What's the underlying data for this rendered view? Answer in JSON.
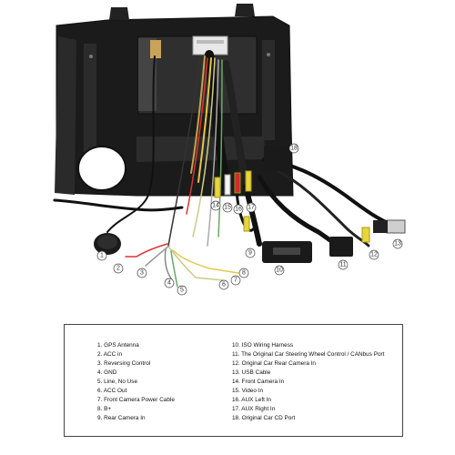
{
  "callouts": [
    "1",
    "2",
    "3",
    "4",
    "5",
    "6",
    "7",
    "8",
    "9",
    "10",
    "11",
    "12",
    "13",
    "14",
    "15",
    "16",
    "17",
    "18"
  ],
  "legend": {
    "left": [
      "1. GPS Antenna",
      "2. ACC in",
      "3. Reversing Control",
      "4. GND",
      "5. Line, No Use",
      "6. ACC Out",
      "7. Front Camera Power Cable",
      "8. B+",
      "9. Rear Camera In"
    ],
    "right": [
      "10. ISO Wiring Harness",
      "11. The Original Car Steering Wheel Control / CANbus Port",
      "12. Original Car Rear Camera In",
      "13. USB Cable",
      "14. Front Camera In",
      "15. Video In",
      "16. AUX Left In",
      "17. AUX Right In",
      "18. Original Car CD Port"
    ]
  }
}
